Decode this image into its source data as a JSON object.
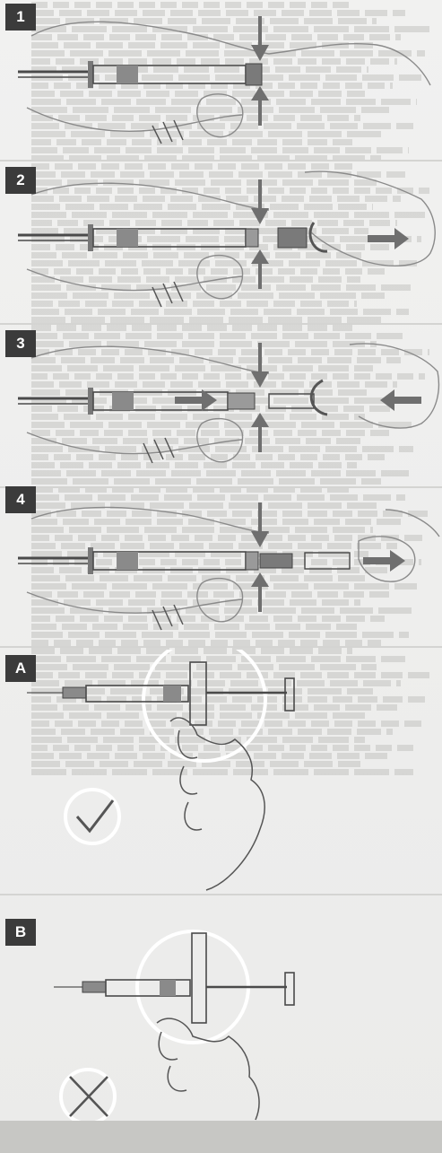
{
  "steps": [
    {
      "label": "1",
      "name": "step-1"
    },
    {
      "label": "2",
      "name": "step-2"
    },
    {
      "label": "3",
      "name": "step-3"
    },
    {
      "label": "4",
      "name": "step-4"
    }
  ],
  "examples": [
    {
      "label": "A",
      "verdict": "correct",
      "mark_icon": "checkmark-icon"
    },
    {
      "label": "B",
      "verdict": "incorrect",
      "mark_icon": "cross-icon"
    }
  ],
  "colors": {
    "badge": "#3b3b3b",
    "arrow": "#6f6f6f",
    "line": "#4a4a4a",
    "background": "#efefee"
  }
}
